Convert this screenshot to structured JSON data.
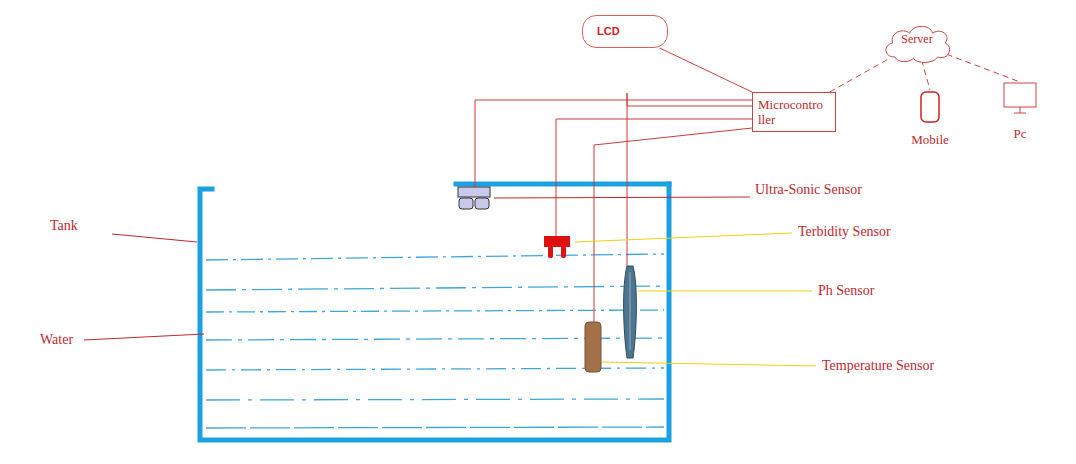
{
  "diagram": {
    "nodes": [
      {
        "text": [
          "LCD"
        ]
      },
      {
        "text": [
          "Microcontro ller"
        ]
      },
      {
        "text": [
          "Server"
        ]
      },
      {
        "text": [
          "Mobile"
        ]
      },
      {
        "text": [
          "Pc"
        ]
      }
    ],
    "edges": [
      {
        "from": 0,
        "to": 1,
        "arrow": "none"
      },
      {
        "from": 1,
        "to": 2,
        "arrow": "none"
      },
      {
        "from": 2,
        "to": 3,
        "arrow": "none"
      },
      {
        "from": 2,
        "to": 4,
        "arrow": "none"
      }
    ],
    "labels": [
      "Tank",
      "Water",
      "Ultra-Sonic Sensor",
      "Terbidity Sensor",
      "Ph Sensor",
      "Temperature Sensor"
    ]
  }
}
